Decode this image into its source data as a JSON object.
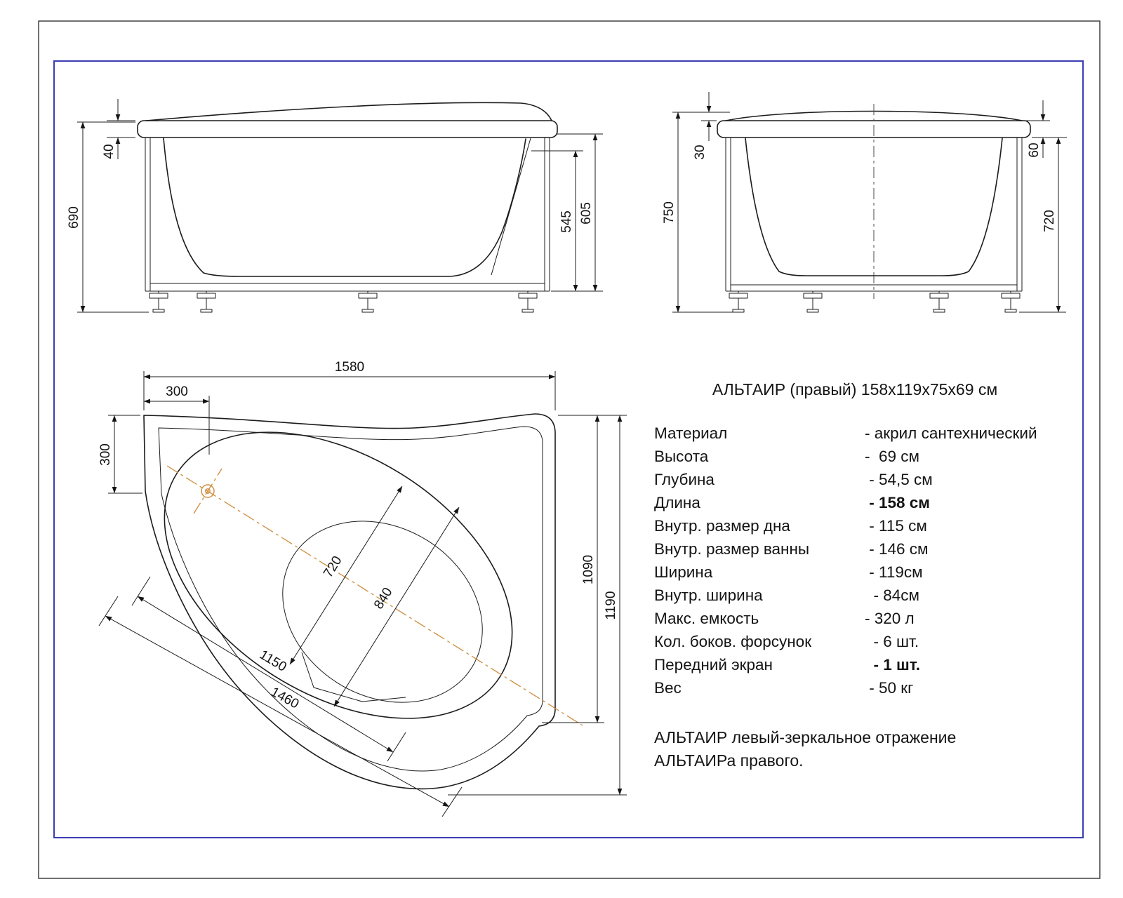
{
  "colors": {
    "frame_blue": "#3c3cb4",
    "line": "#1c1c1c",
    "centerline_orange": "#cf8c3c"
  },
  "dims": {
    "side_overall_height": "690",
    "side_rim": "40",
    "side_depth": "545",
    "side_height_no_feet": "605",
    "end_overall_height": "750",
    "end_lip": "30",
    "end_rim": "60",
    "end_height": "720",
    "plan_length": "1580",
    "plan_offset_top": "300",
    "plan_offset_left": "300",
    "plan_inner_width": "720",
    "plan_inner_width_max": "840",
    "plan_front_inner": "1150",
    "plan_front_outer": "1460",
    "plan_depth": "1090",
    "plan_width": "1190"
  },
  "panel": {
    "title": "АЛЬТАИР (правый) 158х119х75х69 см",
    "specs": [
      {
        "label": "Материал",
        "value": "- акрил сантехнический"
      },
      {
        "label": "Высота",
        "value": "-  69 см"
      },
      {
        "label": "Глубина",
        "value": " - 54,5 см"
      },
      {
        "label": "Длина",
        "value": " - 158 см"
      },
      {
        "label": "Внутр. размер дна",
        "value": " - 115 см"
      },
      {
        "label": "Внутр. размер ванны",
        "value": " - 146 см"
      },
      {
        "label": "Ширина",
        "value": " - 119см"
      },
      {
        "label": "Внутр. ширина",
        "value": "  - 84см"
      },
      {
        "label": "Макс. емкость",
        "value": "- 320 л"
      },
      {
        "label": "Кол. боков. форсунок",
        "value": "  - 6 шт."
      },
      {
        "label": "Передний экран",
        "value": "  - 1 шт."
      },
      {
        "label": "Вес",
        "value": " - 50 кг"
      }
    ],
    "note_line1": "АЛЬТАИР левый-зеркальное отражение",
    "note_line2": "АЛЬТАИРа правого."
  }
}
